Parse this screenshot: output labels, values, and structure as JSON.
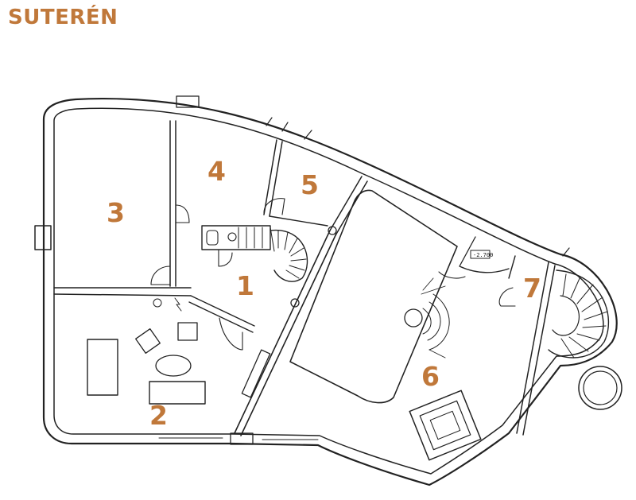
{
  "title": "SUTERÉN",
  "colors": {
    "accent": "#c0783a",
    "line": "#222222",
    "background": "#ffffff"
  },
  "rooms": [
    {
      "id": "room-1",
      "label": "1"
    },
    {
      "id": "room-2",
      "label": "2"
    },
    {
      "id": "room-3",
      "label": "3"
    },
    {
      "id": "room-4",
      "label": "4"
    },
    {
      "id": "room-5",
      "label": "5"
    },
    {
      "id": "room-6",
      "label": "6"
    },
    {
      "id": "room-7",
      "label": "7"
    }
  ],
  "level_marker": "-2.700"
}
